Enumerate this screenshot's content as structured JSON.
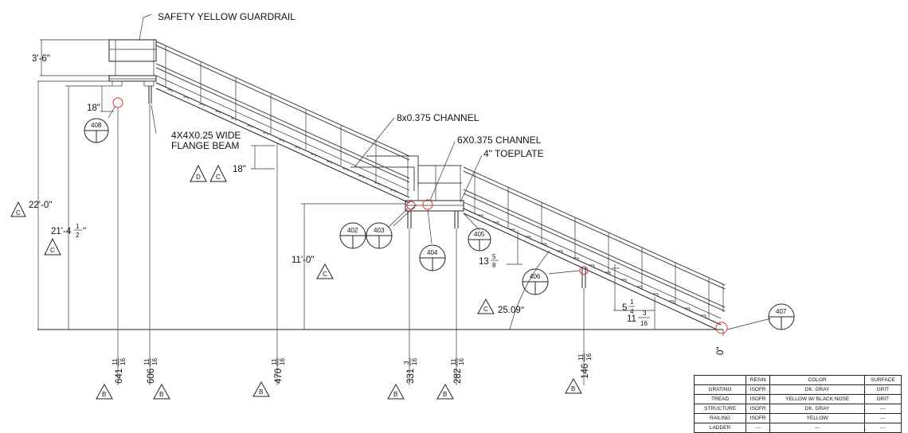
{
  "labels": {
    "guardrail": "SAFETY YELLOW GUARDRAIL",
    "flange_line1": "4X4X0.25 WIDE",
    "flange_line2": "FLANGE BEAM",
    "channel8": "8x0.375 CHANNEL",
    "channel6": "6X0.375 CHANNEL",
    "toeplate": "4\" TOEPLATE",
    "angle": "25.09°"
  },
  "dimensions": {
    "top_rail": "3'-6\"",
    "d18_top": "18\"",
    "d18_mid": "18\"",
    "overall": "22'-0\"",
    "platform_main": "21'-4",
    "landing": "11'-0\"",
    "d13_whole": "13",
    "d13_num": "5",
    "d13_den": "8",
    "d5_whole": "5",
    "d5_num": "1",
    "d5_den": "4",
    "d11_whole": "11",
    "d11_num": "3",
    "d11_den": "16",
    "zero": "0\"",
    "half_num": "1",
    "half_den": "2"
  },
  "balloons": {
    "b408": "408",
    "b402": "402",
    "b403": "403",
    "b404": "404",
    "b405": "405",
    "b406": "406",
    "b407": "407"
  },
  "triangles": {
    "c": "C",
    "d": "D",
    "b": "B"
  },
  "elevations": {
    "e1_whole": "641",
    "e1_num": "11",
    "e1_den": "16",
    "e2_whole": "606",
    "e2_num": "11",
    "e2_den": "16",
    "e3_whole": "470",
    "e3_num": "11",
    "e3_den": "16",
    "e4_whole": "331",
    "e4_num": "3",
    "e4_den": "16",
    "e5_whole": "282",
    "e5_num": "11",
    "e5_den": "16",
    "e6_whole": "146",
    "e6_num": "11",
    "e6_den": "16"
  },
  "legend": {
    "headers": [
      "",
      "RESIN",
      "COLOR",
      "SURFACE"
    ],
    "rows": [
      [
        "GRATING",
        "ISOFR",
        "DK. GRAY",
        "GRIT"
      ],
      [
        "TREAD",
        "ISOFR",
        "YELLOW W/ BLACK NOSE",
        "GRIT"
      ],
      [
        "STRUCTURE",
        "ISOFR",
        "DK. GRAY",
        "---"
      ],
      [
        "RAILING",
        "ISOFR",
        "YELLOW",
        "---"
      ],
      [
        "LADDER",
        "---",
        "---",
        "---"
      ]
    ]
  }
}
